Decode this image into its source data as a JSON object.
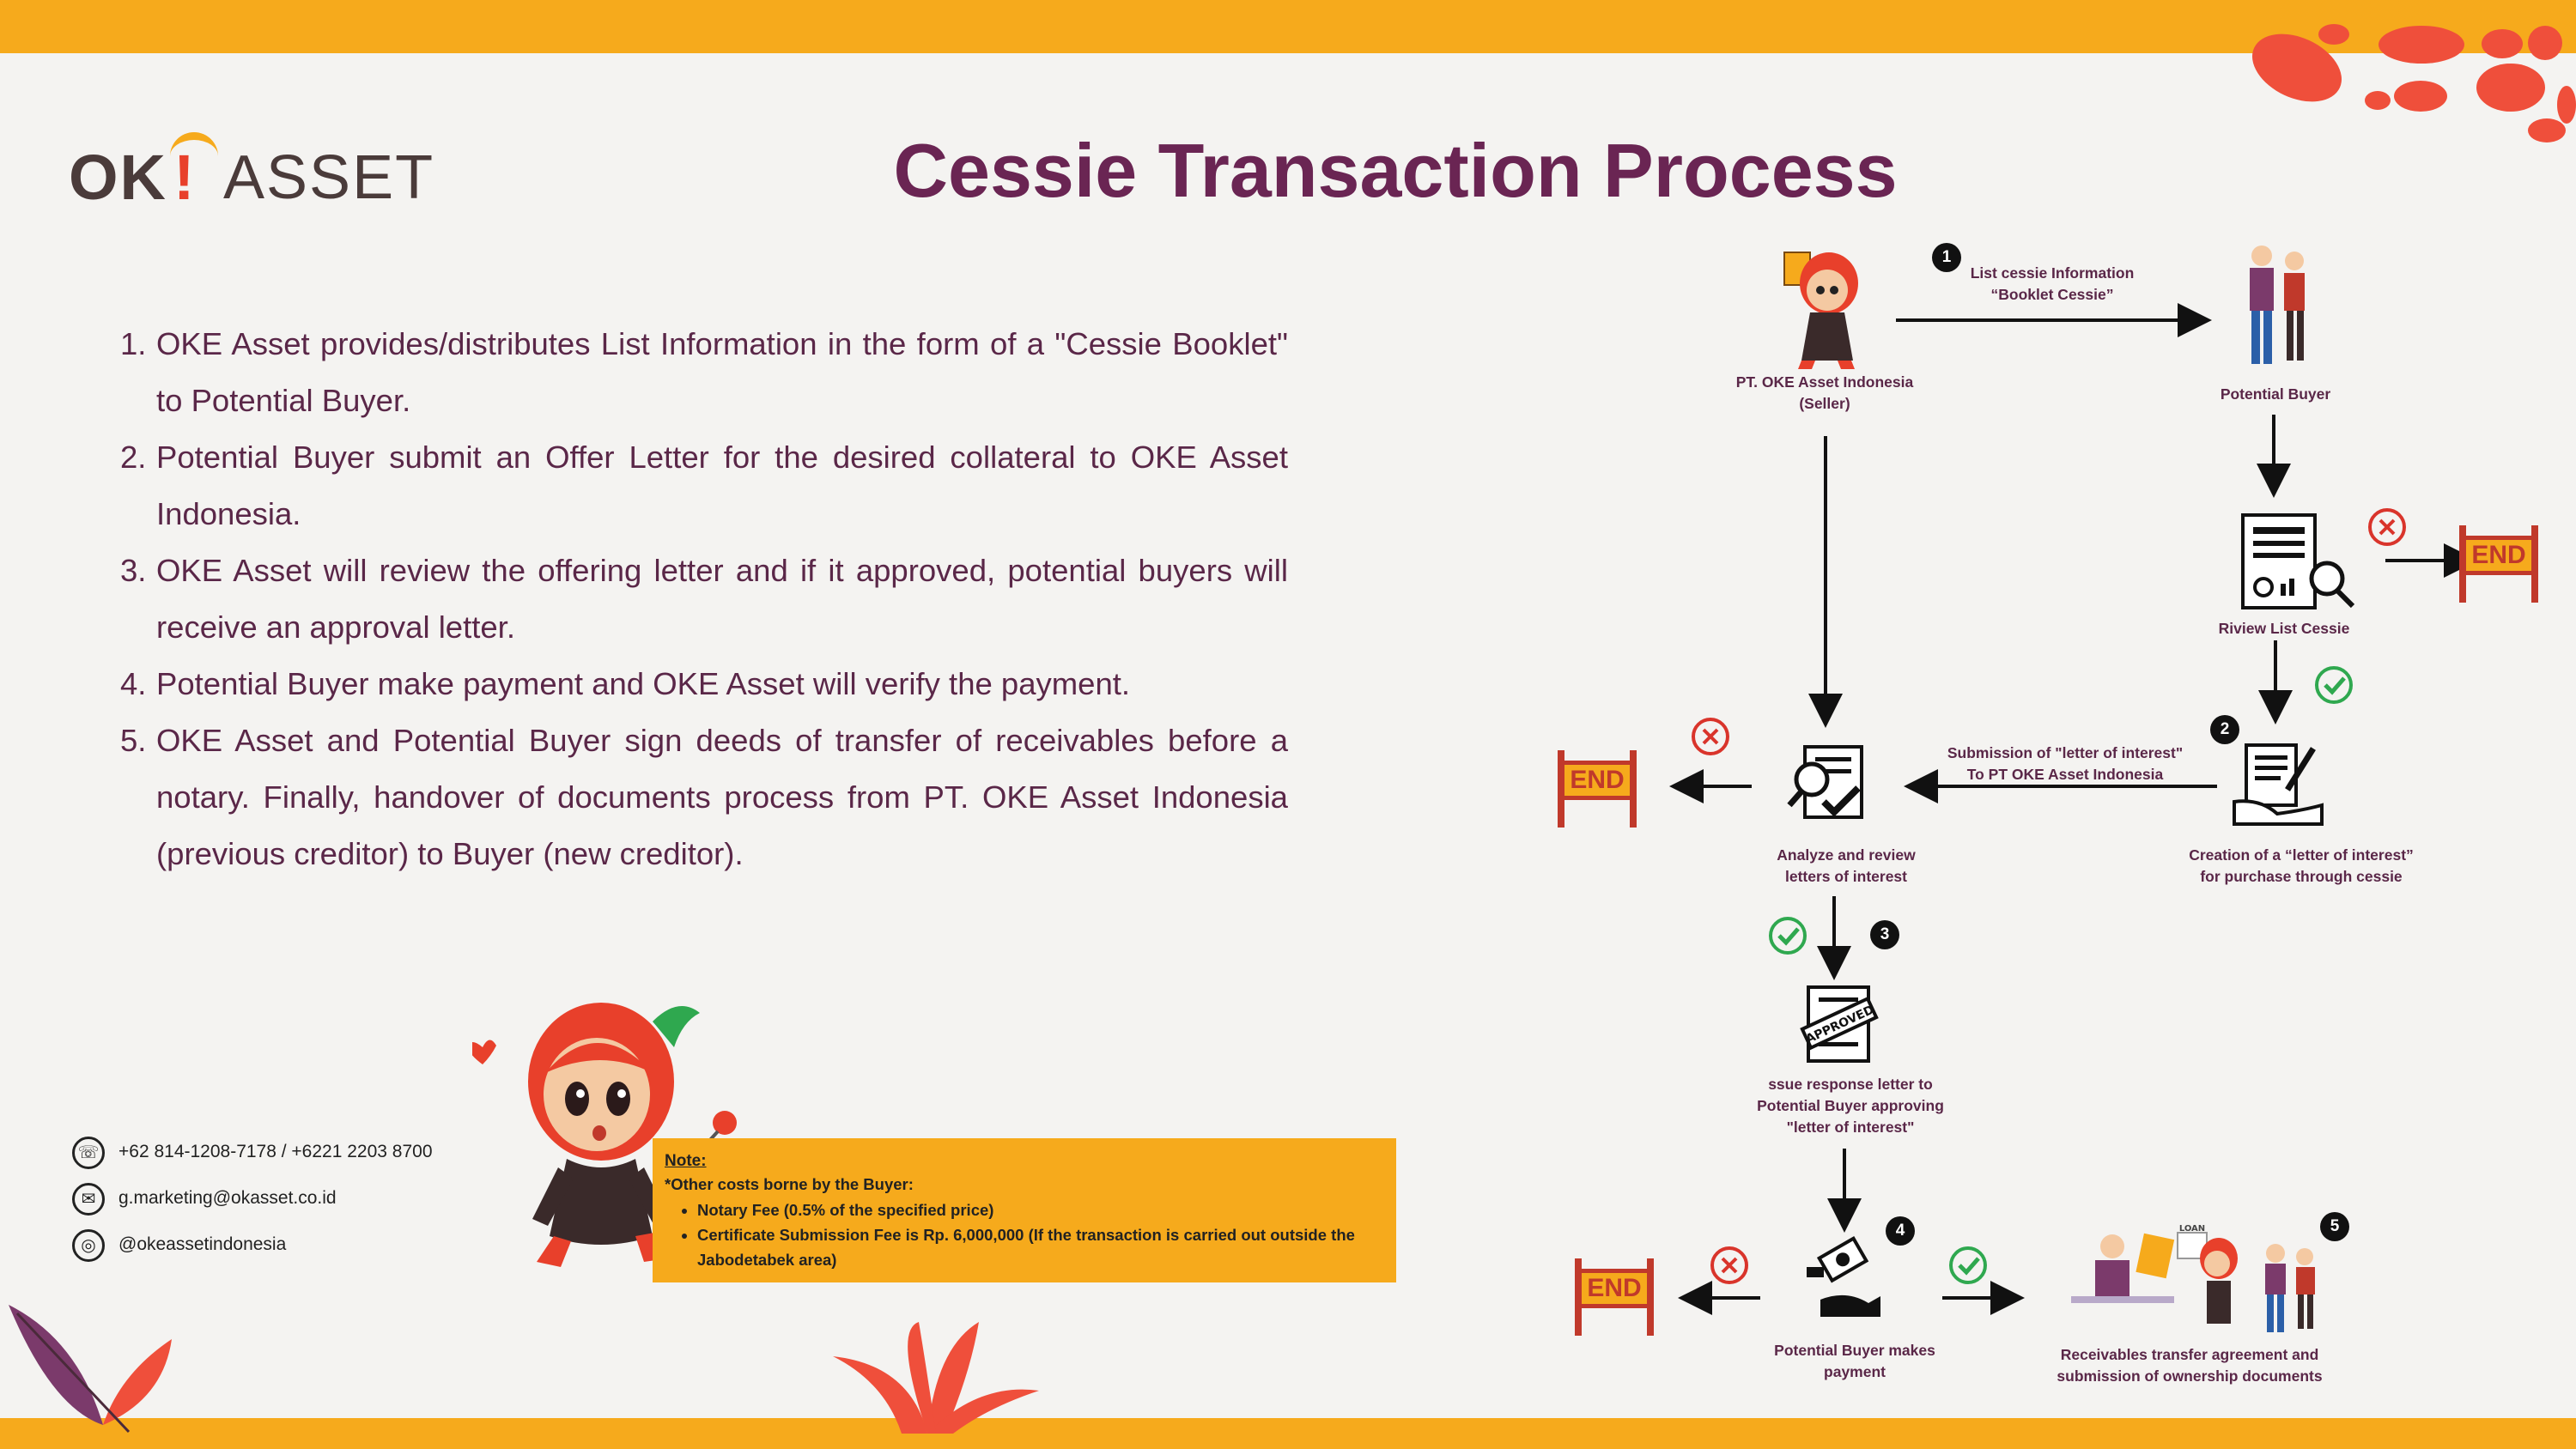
{
  "brand": {
    "logo_ok": "OK",
    "logo_asset": "ASSET",
    "colors": {
      "accent_orange": "#F6AA1C",
      "title_purple": "#6a2553",
      "red": "#e8402b",
      "check_green": "#2fa84f"
    }
  },
  "title": "Cessie Transaction Process",
  "steps": [
    {
      "num": "1.",
      "text": "OKE Asset provides/distributes List Information in the form of a \"Cessie Booklet\" to Potential Buyer."
    },
    {
      "num": "2.",
      "text": "Potential Buyer submit an Offer Letter for the desired collateral to OKE Asset Indonesia."
    },
    {
      "num": "3.",
      "text": "OKE Asset will review the offering letter and if it approved, potential buyers will receive an approval letter."
    },
    {
      "num": "4.",
      "text": "Potential Buyer make payment and OKE Asset will verify the payment."
    },
    {
      "num": "5.",
      "text": "OKE Asset and Potential Buyer sign deeds of transfer of receivables before a notary. Finally, handover of documents process from PT. OKE Asset Indonesia (previous creditor) to Buyer (new creditor)."
    }
  ],
  "contacts": {
    "phone": "+62 814-1208-7178 / +6221 2203 8700",
    "email": "g.marketing@okasset.co.id",
    "instagram": "@okeassetindonesia"
  },
  "note": {
    "heading": "Note:",
    "intro": "*Other costs borne by the Buyer:",
    "items": [
      "Notary Fee (0.5% of the specified price)",
      "Certificate Submission Fee is Rp. 6,000,000 (If the transaction is carried out outside the Jabodetabek area)"
    ]
  },
  "diagram": {
    "seller_line1": "PT. OKE Asset Indonesia",
    "seller_line2": "(Seller)",
    "buyer": "Potential Buyer",
    "arrow1_line1": "List cessie Information",
    "arrow1_line2": "“Booklet Cessie”",
    "review": "Riview List Cessie",
    "creation_line1": "Creation of a “letter of interest”",
    "creation_line2": "for purchase through cessie",
    "arrow2_line1": "Submission of \"letter of interest\"",
    "arrow2_line2": "To PT OKE Asset Indonesia",
    "analyze_line1": "Analyze and review",
    "analyze_line2": "letters of interest",
    "issue_line1": "ssue response letter to",
    "issue_line2": "Potential Buyer approving",
    "issue_line3": "\"letter of interest\"",
    "payment_line1": "Potential Buyer makes",
    "payment_line2": "payment",
    "transfer_line1": "Receivables transfer agreement and",
    "transfer_line2": "submission of ownership documents",
    "end": "END",
    "badges": [
      "1",
      "2",
      "3",
      "4",
      "5"
    ],
    "approved_stamp": "APPROVED",
    "loan_tag": "LOAN"
  }
}
